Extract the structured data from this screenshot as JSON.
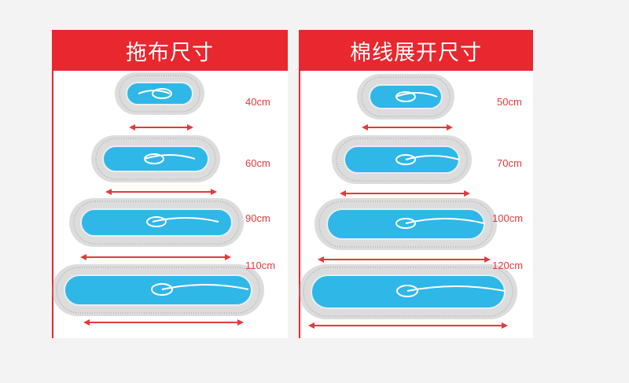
{
  "left_panel": {
    "title": "拖布尺寸",
    "sizes": [
      "40cm",
      "60cm",
      "90cm",
      "110cm"
    ]
  },
  "right_panel": {
    "title": "棉线展开尺寸",
    "sizes": [
      "50cm",
      "70cm",
      "100cm",
      "120cm"
    ]
  },
  "colors": {
    "header_red": "#e8272f",
    "arrow_red": "#e23b3b",
    "mop_blue": "#2fb7e8",
    "mop_edge": "#e9eef2",
    "fringe_gray": "#9a9a9a"
  }
}
